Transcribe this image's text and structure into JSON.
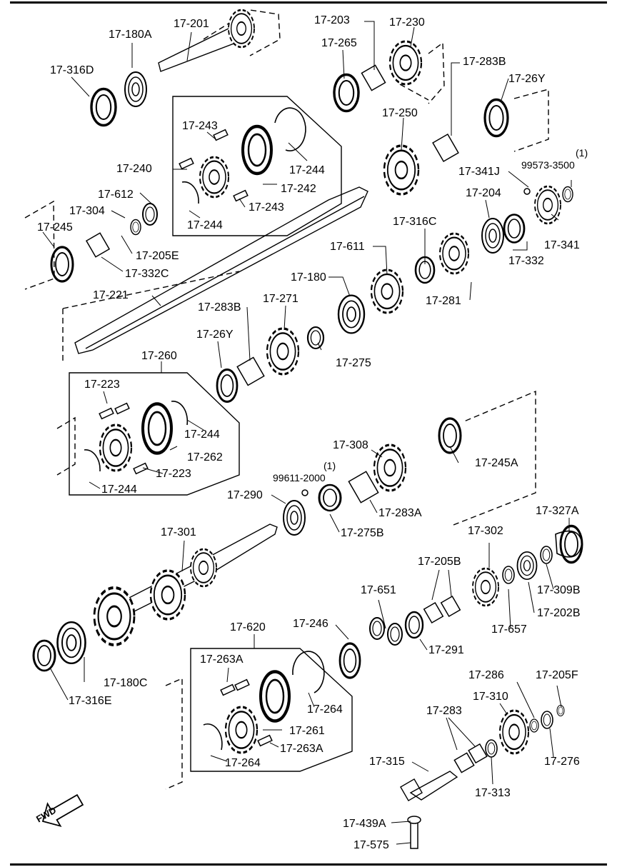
{
  "labels": {
    "l_17_201": "17-201",
    "l_17_180A": "17-180A",
    "l_17_316D": "17-316D",
    "l_17_203": "17-203",
    "l_17_230": "17-230",
    "l_17_265": "17-265",
    "l_17_283B_a": "17-283B",
    "l_17_26Y_a": "17-26Y",
    "l_17_250": "17-250",
    "l_17_243_a": "17-243",
    "l_17_240": "17-240",
    "l_17_244_a": "17-244",
    "l_17_242": "17-242",
    "l_17_243_b": "17-243",
    "l_17_244_b": "17-244",
    "l_17_341J": "17-341J",
    "l_99573": "99573-3500",
    "l_99573_q": "(1)",
    "l_17_612": "17-612",
    "l_17_304": "17-304",
    "l_17_204": "17-204",
    "l_17_245": "17-245",
    "l_17_205E": "17-205E",
    "l_17_332C": "17-332C",
    "l_17_316C": "17-316C",
    "l_17_341": "17-341",
    "l_17_332": "17-332",
    "l_17_611": "17-611",
    "l_17_180": "17-180",
    "l_17_281": "17-281",
    "l_17_221": "17-221",
    "l_17_283B_b": "17-283B",
    "l_17_271": "17-271",
    "l_17_26Y_b": "17-26Y",
    "l_17_275": "17-275",
    "l_17_260": "17-260",
    "l_17_223_a": "17-223",
    "l_17_244_c": "17-244",
    "l_17_262": "17-262",
    "l_17_223_b": "17-223",
    "l_17_244_d": "17-244",
    "l_17_308": "17-308",
    "l_99611_q": "(1)",
    "l_99611": "99611-2000",
    "l_17_245A": "17-245A",
    "l_17_290": "17-290",
    "l_17_283A": "17-283A",
    "l_17_275B": "17-275B",
    "l_17_301": "17-301",
    "l_17_302": "17-302",
    "l_17_327A": "17-327A",
    "l_17_205B": "17-205B",
    "l_17_651": "17-651",
    "l_17_309B": "17-309B",
    "l_17_202B": "17-202B",
    "l_17_657": "17-657",
    "l_17_620": "17-620",
    "l_17_246": "17-246",
    "l_17_291": "17-291",
    "l_17_263A_a": "17-263A",
    "l_17_264_a": "17-264",
    "l_17_180C": "17-180C",
    "l_17_316E": "17-316E",
    "l_17_261": "17-261",
    "l_17_263A_b": "17-263A",
    "l_17_264_b": "17-264",
    "l_17_286": "17-286",
    "l_17_205F": "17-205F",
    "l_17_283": "17-283",
    "l_17_310": "17-310",
    "l_17_315": "17-315",
    "l_17_276": "17-276",
    "l_17_313": "17-313",
    "l_17_439A": "17-439A",
    "l_17_575": "17-575",
    "fwd": "FWD"
  }
}
